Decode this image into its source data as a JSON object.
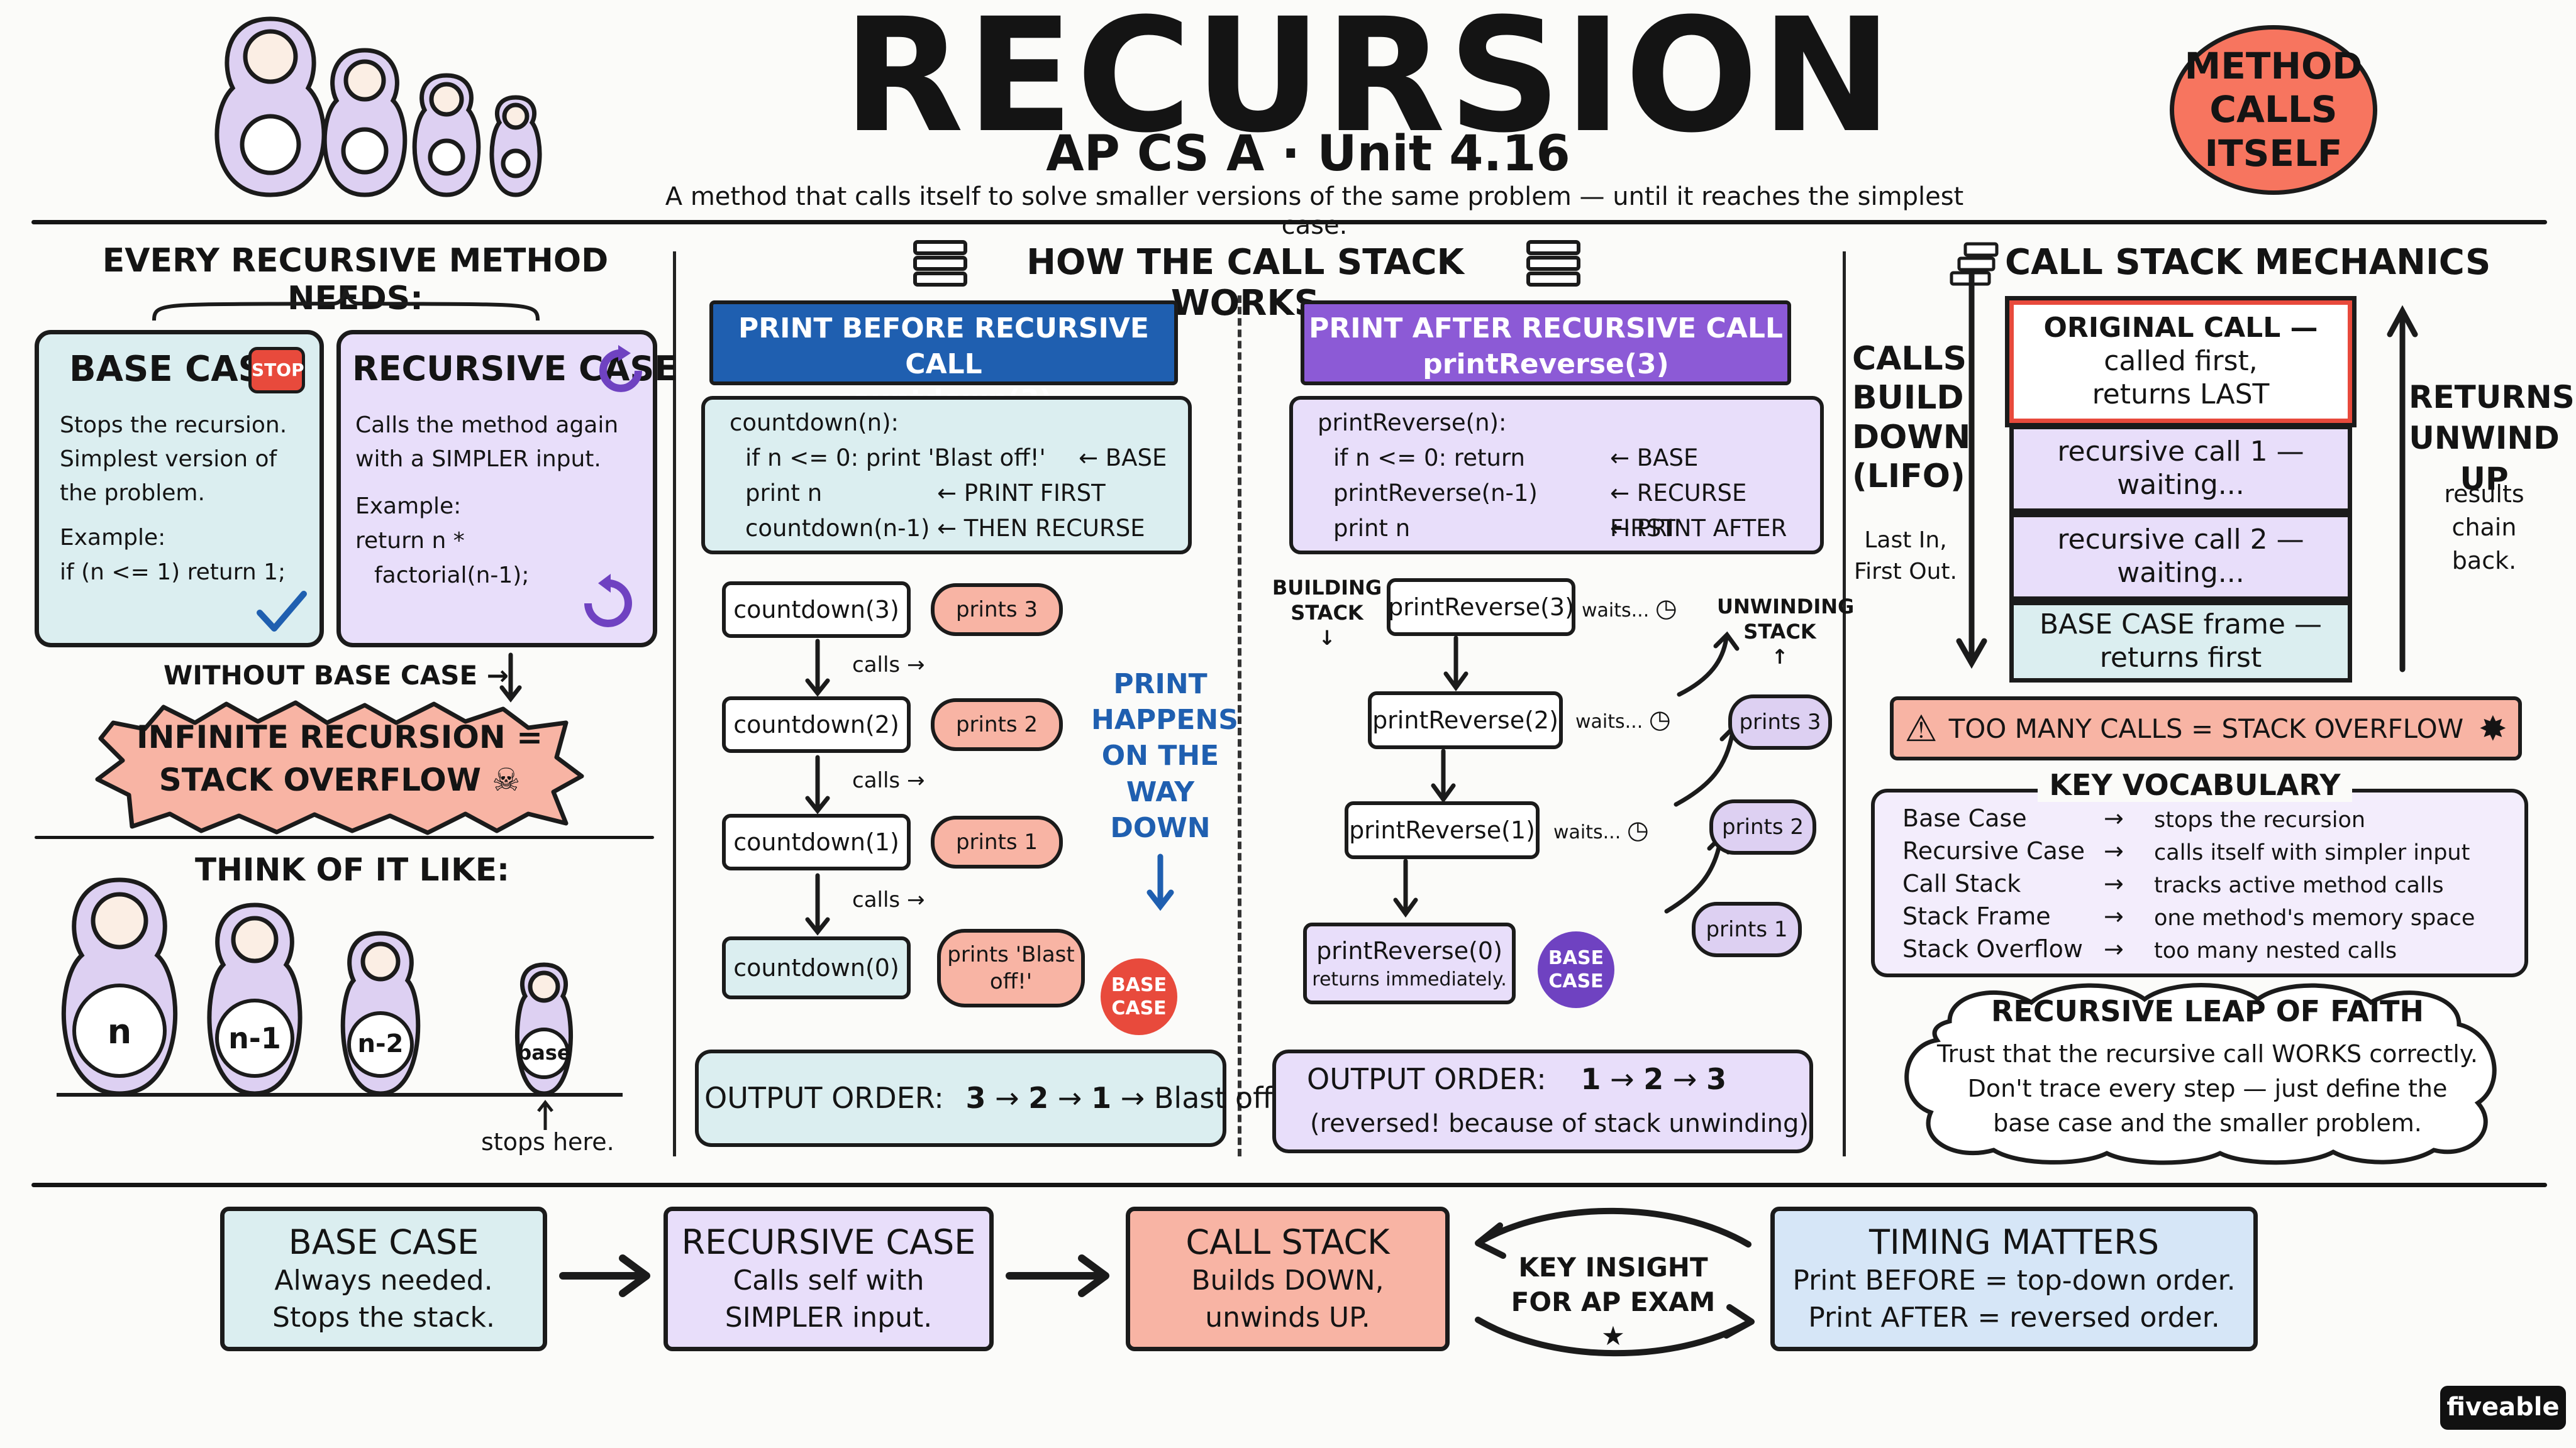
{
  "colors": {
    "teal_bg": "#dbeef0",
    "teal_border": "#1b1b1b",
    "purple_bg": "#e8defa",
    "purple_dark": "#6f42c1",
    "blue_dark": "#1f5fb0",
    "red_bg": "#f8b4a4",
    "red_badge": "#e84a3c",
    "blue_bg": "#d6e6f7"
  },
  "header": {
    "title": "RECURSION",
    "subtitle": "AP CS A · Unit 4.16",
    "tagline": "A method that calls itself to solve smaller versions of the same problem — until it reaches the simplest case.",
    "badge": [
      "METHOD",
      "CALLS",
      "ITSELF"
    ]
  },
  "left": {
    "heading": "EVERY RECURSIVE METHOD NEEDS:",
    "base_case": {
      "title": "BASE CASE",
      "stop": "STOP",
      "lines": [
        "Stops the recursion.",
        "Simplest version of",
        "the problem."
      ],
      "example_label": "Example:",
      "example_code": "if (n <= 1) return 1;"
    },
    "recursive_case": {
      "title": "RECURSIVE CASE",
      "lines": [
        "Calls the method again",
        "with a SIMPLER input."
      ],
      "example_label": "Example:",
      "example_code_1": "return n *",
      "example_code_2": "factorial(n-1);"
    },
    "without_label": "WITHOUT BASE CASE →",
    "infinite": [
      "INFINITE RECURSION =",
      "STACK OVERFLOW"
    ],
    "think_heading": "THINK OF IT LIKE:",
    "dolls": [
      "n",
      "n-1",
      "n-2",
      "base"
    ],
    "stops_here": "stops here."
  },
  "middle": {
    "heading": "HOW THE CALL STACK WORKS",
    "before": {
      "title_1": "PRINT BEFORE RECURSIVE CALL",
      "title_2": "countdown(3)",
      "code": [
        {
          "code": "countdown(n):",
          "note": ""
        },
        {
          "code": "  if n <= 0: print 'Blast off!'",
          "note": "← BASE"
        },
        {
          "code": "  print n",
          "note": "← PRINT FIRST"
        },
        {
          "code": "  countdown(n-1)",
          "note": "← THEN RECURSE"
        }
      ],
      "nodes": [
        "countdown(3)",
        "countdown(2)",
        "countdown(1)",
        "countdown(0)"
      ],
      "prints": [
        "prints 3",
        "prints 2",
        "prints 1",
        "prints 'Blast off!'"
      ],
      "calls": "calls →",
      "base_badge": [
        "BASE",
        "CASE"
      ],
      "side_note": [
        "PRINT",
        "HAPPENS",
        "ON THE",
        "WAY",
        "DOWN"
      ],
      "output_label": "OUTPUT ORDER:",
      "output": [
        "3",
        "2",
        "1",
        "Blast off!"
      ]
    },
    "after": {
      "title_1": "PRINT AFTER RECURSIVE CALL",
      "title_2": "printReverse(3)",
      "code": [
        {
          "code": "printReverse(n):",
          "note": ""
        },
        {
          "code": "  if n <= 0: return",
          "note": "← BASE"
        },
        {
          "code": "  printReverse(n-1)",
          "note": "← RECURSE FIRST"
        },
        {
          "code": "  print n",
          "note": "← PRINT AFTER"
        }
      ],
      "building": [
        "BUILDING",
        "STACK"
      ],
      "unwinding": [
        "UNWINDING",
        "STACK"
      ],
      "nodes": [
        "printReverse(3)",
        "printReverse(2)",
        "printReverse(1)",
        "printReverse(0)"
      ],
      "returns_immediately": "returns immediately.",
      "waits": "waits...",
      "prints": [
        "prints 3",
        "prints 2",
        "prints 1"
      ],
      "base_badge": [
        "BASE",
        "CASE"
      ],
      "output_label": "OUTPUT ORDER:",
      "output": [
        "1",
        "2",
        "3"
      ],
      "output_note": "(reversed! because of stack unwinding)"
    }
  },
  "right": {
    "heading": "CALL STACK MECHANICS",
    "calls_build": [
      "CALLS",
      "BUILD",
      "DOWN",
      "(LIFO)"
    ],
    "lifo_note": [
      "Last In,",
      "First Out."
    ],
    "returns_unwind": [
      "RETURNS",
      "UNWIND UP"
    ],
    "returns_note": [
      "results",
      "chain",
      "back."
    ],
    "stack": [
      [
        "ORIGINAL CALL —",
        "called first,",
        "returns LAST"
      ],
      [
        "recursive call 1 —",
        "waiting..."
      ],
      [
        "recursive call 2 —",
        "waiting..."
      ],
      [
        "BASE CASE frame —",
        "returns first"
      ]
    ],
    "overflow": "TOO MANY CALLS = STACK OVERFLOW",
    "vocab_heading": "KEY VOCABULARY",
    "vocab": [
      {
        "term": "Base Case",
        "def": "stops the recursion"
      },
      {
        "term": "Recursive Case",
        "def": "calls itself with simpler input"
      },
      {
        "term": "Call Stack",
        "def": "tracks active method calls"
      },
      {
        "term": "Stack Frame",
        "def": "one method's memory space"
      },
      {
        "term": "Stack Overflow",
        "def": "too many nested calls"
      }
    ],
    "leap_heading": "RECURSIVE LEAP OF FAITH",
    "leap_lines": [
      "Trust that the recursive call WORKS correctly.",
      "Don't trace every step — just define the",
      "base case and the smaller problem."
    ]
  },
  "bottom": {
    "cards": [
      {
        "title": "BASE CASE",
        "lines": [
          "Always needed.",
          "Stops the stack."
        ]
      },
      {
        "title": "RECURSIVE CASE",
        "lines": [
          "Calls self with",
          "SIMPLER input."
        ]
      },
      {
        "title": "CALL STACK",
        "lines": [
          "Builds DOWN,",
          "unwinds UP."
        ]
      },
      {
        "title": "TIMING MATTERS",
        "lines": [
          "Print BEFORE = top-down order.",
          "Print AFTER = reversed order."
        ]
      }
    ],
    "insight": [
      "KEY INSIGHT",
      "FOR AP EXAM ★"
    ]
  },
  "brand": "fiveable"
}
